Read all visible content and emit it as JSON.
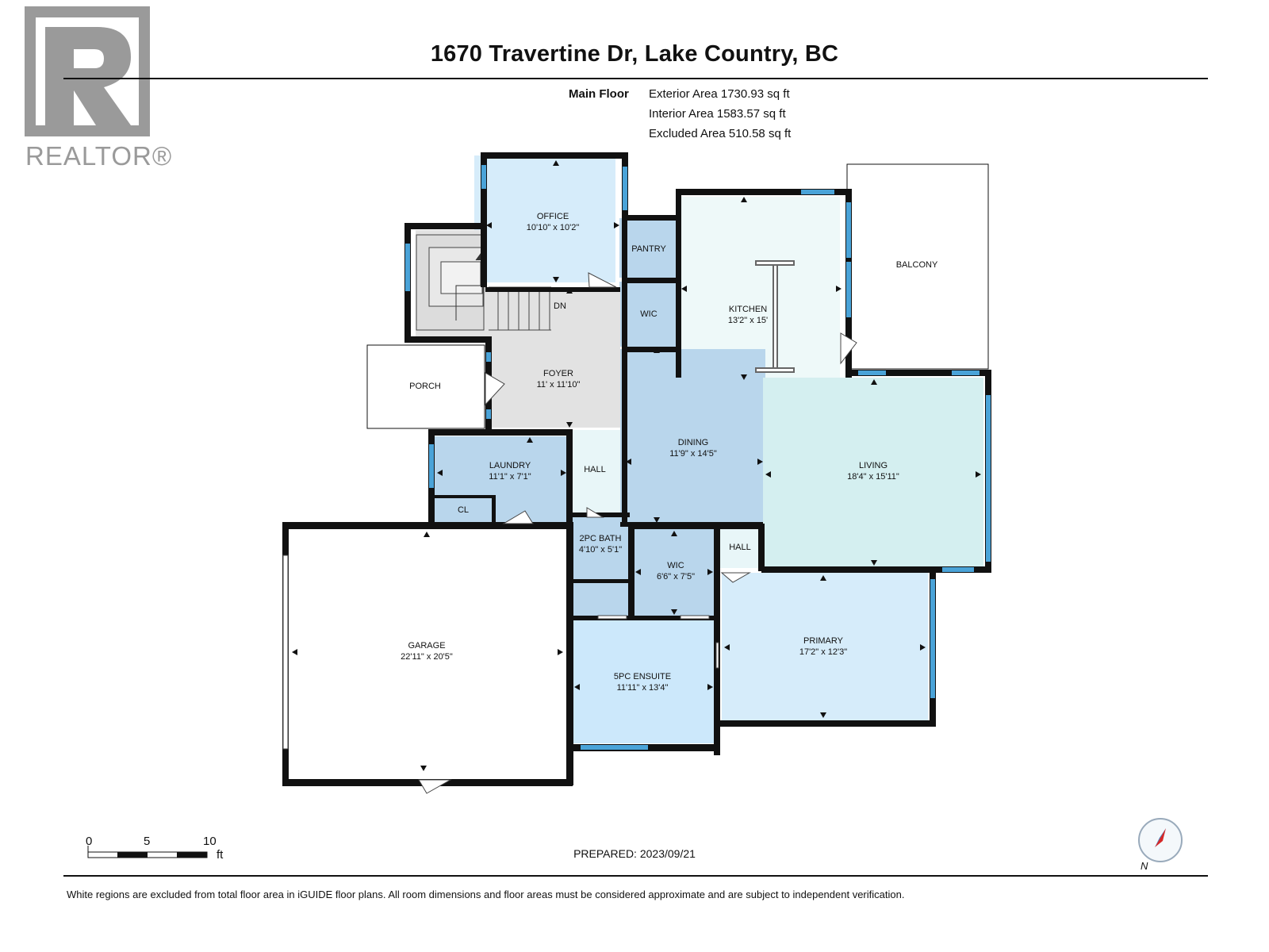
{
  "title": "1670 Travertine Dr, Lake Country, BC",
  "logo": {
    "text": "REALTOR®"
  },
  "floor_name": "Main Floor",
  "areas": [
    "Exterior Area 1730.93 sq ft",
    "Interior Area 1583.57 sq ft",
    "Excluded Area 510.58 sq ft"
  ],
  "rooms": {
    "office": {
      "name": "OFFICE",
      "dims": "10'10\" x 10'2\""
    },
    "pantry": {
      "name": "PANTRY"
    },
    "kitchen": {
      "name": "KITCHEN",
      "dims": "13'2\" x 15'"
    },
    "balcony": {
      "name": "BALCONY"
    },
    "stairs": {
      "label": "DN"
    },
    "wic_top": {
      "name": "WIC"
    },
    "foyer": {
      "name": "FOYER",
      "dims": "11' x 11'10\""
    },
    "porch": {
      "name": "PORCH"
    },
    "dining": {
      "name": "DINING",
      "dims": "11'9\" x 14'5\""
    },
    "living": {
      "name": "LIVING",
      "dims": "18'4\" x 15'11\""
    },
    "laundry": {
      "name": "LAUNDRY",
      "dims": "11'1\" x 7'1\""
    },
    "hall_left": {
      "name": "HALL"
    },
    "cl": {
      "name": "CL"
    },
    "bath2": {
      "name": "2PC BATH",
      "dims": "4'10\" x 5'1\""
    },
    "wic_mid": {
      "name": "WIC",
      "dims": "6'6\" x 7'5\""
    },
    "hall_right": {
      "name": "HALL"
    },
    "garage": {
      "name": "GARAGE",
      "dims": "22'11\" x 20'5\""
    },
    "primary": {
      "name": "PRIMARY",
      "dims": "17'2\" x 12'3\""
    },
    "ensuite": {
      "name": "5PC ENSUITE",
      "dims": "11'11\" x 13'4\""
    }
  },
  "scale": {
    "labels": [
      "0",
      "5",
      "10"
    ],
    "unit": "ft"
  },
  "compass": {
    "label": "N"
  },
  "prepared": "PREPARED: 2023/09/21",
  "disclaimer": "White regions are excluded from total floor area in iGUIDE floor plans. All room dimensions and floor areas must be considered approximate and are subject to independent verification.",
  "colors": {
    "wall": "#111111",
    "window": "#4aa3d8",
    "room_light_blue": "#d6ecfa",
    "room_mid_blue": "#b9d6ec",
    "room_teal": "#d4eff0",
    "room_foyer": "#e2e2e2",
    "room_kitchen": "#eef9f9"
  }
}
